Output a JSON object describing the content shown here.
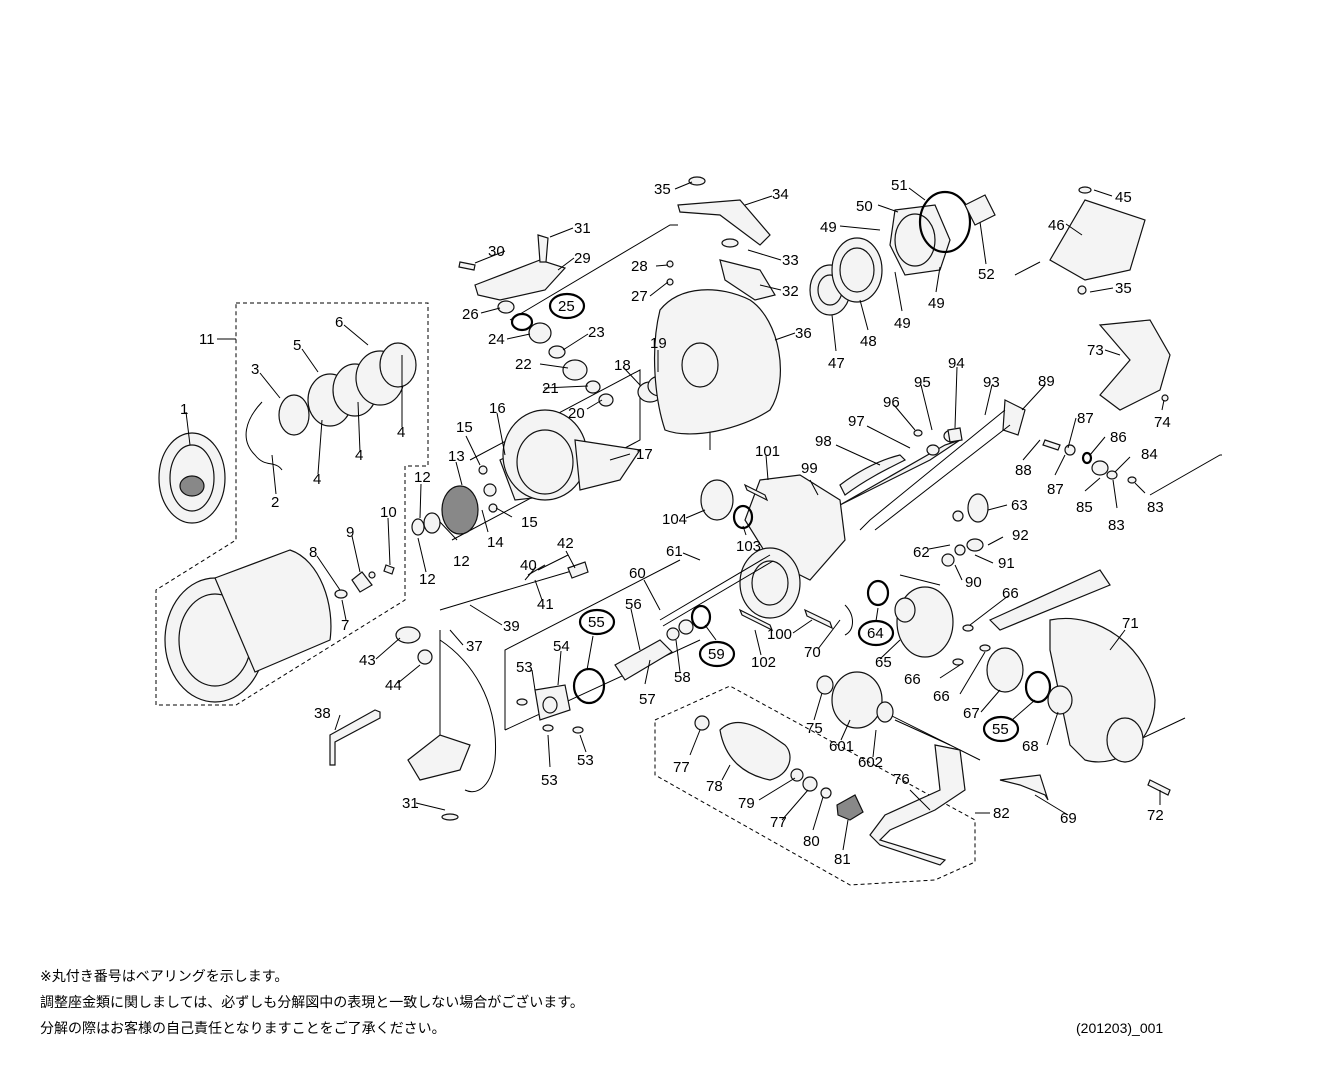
{
  "notes": [
    "※丸付き番号はベアリングを示します。",
    "調整座金類に関しましては、必ずしも分解図中の表現と一致しない場合がございます。",
    "分解の際はお客様の自己責任となりますことをご了承ください。"
  ],
  "code": "(201203)_001",
  "part_labels": [
    "1",
    "2",
    "3",
    "4",
    "4",
    "4",
    "5",
    "6",
    "7",
    "8",
    "9",
    "10",
    "11",
    "12",
    "12",
    "12",
    "13",
    "14",
    "15",
    "15",
    "16",
    "17",
    "18",
    "19",
    "20",
    "21",
    "22",
    "23",
    "24",
    "25",
    "26",
    "27",
    "28",
    "29",
    "30",
    "31",
    "31",
    "32",
    "33",
    "34",
    "35",
    "35",
    "36",
    "37",
    "38",
    "39",
    "40",
    "41",
    "42",
    "43",
    "44",
    "45",
    "46",
    "47",
    "48",
    "49",
    "49",
    "49",
    "50",
    "51",
    "52",
    "53",
    "53",
    "53",
    "54",
    "55",
    "55",
    "56",
    "57",
    "58",
    "59",
    "60",
    "61",
    "62",
    "63",
    "64",
    "65",
    "66",
    "66",
    "66",
    "67",
    "68",
    "69",
    "70",
    "71",
    "72",
    "73",
    "74",
    "75",
    "76",
    "77",
    "77",
    "78",
    "79",
    "80",
    "81",
    "82",
    "83",
    "83",
    "84",
    "85",
    "86",
    "87",
    "87",
    "88",
    "89",
    "90",
    "91",
    "92",
    "93",
    "94",
    "95",
    "96",
    "97",
    "98",
    "99",
    "100",
    "101",
    "102",
    "103",
    "104",
    "601",
    "602"
  ],
  "bearing_labels": [
    "25",
    "55",
    "55",
    "59",
    "64"
  ]
}
